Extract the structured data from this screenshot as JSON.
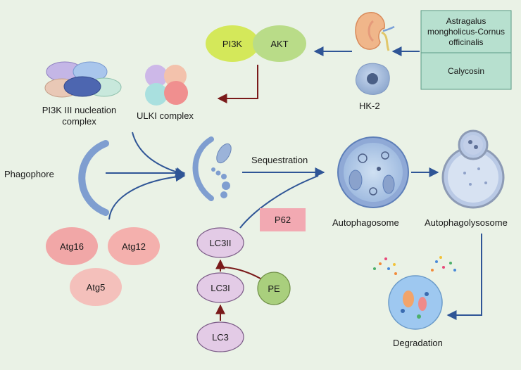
{
  "labels": {
    "pi3k": "PI3K",
    "akt": "AKT",
    "herb": "Astragalus mongholicus-Cornus officinalis",
    "calycosin": "Calycosin",
    "hk2": "HK-2",
    "pi3k_complex": "PI3K III nucleation complex",
    "ulk_complex": "ULKI complex",
    "phagophore": "Phagophore",
    "sequestration": "Sequestration",
    "autophagosome": "Autophagosome",
    "autophagolysosome": "Autophagolysosome",
    "p62": "P62",
    "lc3ii": "LC3II",
    "lc3i": "LC3I",
    "lc3": "LC3",
    "pe": "PE",
    "atg16": "Atg16",
    "atg12": "Atg12",
    "atg5": "Atg5",
    "degradation": "Degradation"
  },
  "colors": {
    "background": "#eaf2e6",
    "arrow_blue": "#2f5596",
    "arrow_red": "#7a1a1a",
    "pi3k": "#d4e85a",
    "akt": "#b9dc88",
    "teal_box": "#b7e0cf",
    "atg": "#f1a7a7",
    "lc3": "#e3cbe6",
    "pe": "#a9cf7d",
    "p62": "#f2a9b2"
  }
}
